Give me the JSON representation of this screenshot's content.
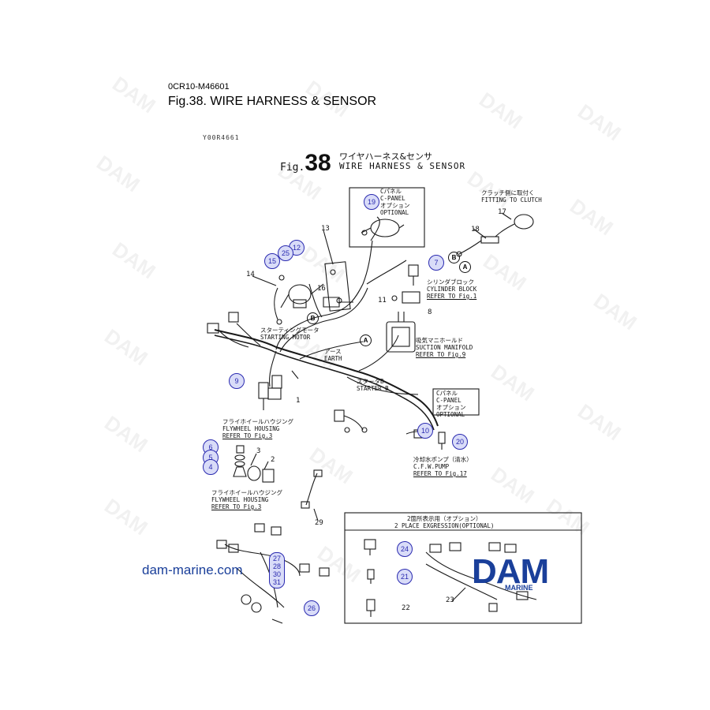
{
  "doc_code": "0CR10-M46601",
  "doc_title": "Fig.38.  WIRE HARNESS & SENSOR",
  "scan_code": "Y00R4661",
  "figure": {
    "prefix": "Fig.",
    "number": "38",
    "title_jp": "ワイヤハーネス&センサ",
    "title_en": "WIRE HARNESS & SENSOR"
  },
  "notes": {
    "cpanel_top": [
      "Cパネル",
      "C-PANEL",
      "オプション",
      "OPTIONAL"
    ],
    "clutch": [
      "クラッチ側に取付く",
      "FITTING TO CLUTCH"
    ],
    "cylinder": [
      "シリンダブロック",
      "CYLINDER BLOCK",
      "REFER TO Fig.1"
    ],
    "starting_motor": [
      "スターティングモータ",
      "STARTING MOTOR"
    ],
    "suction": [
      "吸気マニホールド",
      "SUCTION MANIFOLD",
      "REFER TO Fig.9"
    ],
    "earth": [
      "アース",
      "EARTH"
    ],
    "starter_b": [
      "スタータB",
      "STARTER B"
    ],
    "cpanel_mid": [
      "Cパネル",
      "C-PANEL",
      "オプション",
      "OPTIONAL"
    ],
    "flywheel_1": [
      "フライホイールハウジング",
      "FLYWHEEL HOUSING",
      "REFER TO Fig.3"
    ],
    "pump": [
      "冷却水ポンプ（清水）",
      "C.F.W.PUMP",
      "REFER TO Fig.17"
    ],
    "flywheel_2": [
      "フライホイールハウジング",
      "FLYWHEEL HOUSING",
      "REFER TO Fig.3"
    ],
    "two_place": [
      "2箇所表示用（オプション）",
      "2 PLACE EXGRESSION(OPTIONAL)"
    ]
  },
  "part_numbers": {
    "n1": "1",
    "n2": "2",
    "n3": "3",
    "n8": "8",
    "n11": "11",
    "n13": "13",
    "n14": "14",
    "n16": "16",
    "n17": "17",
    "n18": "18",
    "n22": "22",
    "n23": "23",
    "n29": "29"
  },
  "circled_parts": {
    "c4": "4",
    "c5": "5",
    "c6": "6",
    "c7": "7",
    "c9": "9",
    "c10": "10",
    "c12": "12",
    "c15": "15",
    "c19": "19",
    "c20": "20",
    "c21": "21",
    "c24": "24",
    "c25": "25",
    "c26": "26",
    "stack": [
      "27",
      "28",
      "30",
      "31"
    ]
  },
  "letters": {
    "a1": "A",
    "a2": "A",
    "b1": "B",
    "b2": "B"
  },
  "website": "dam-marine.com",
  "logo": {
    "text": "DAM",
    "sub": "MARINE"
  },
  "watermark": "DAM",
  "colors": {
    "accent": "#2a2ab0",
    "circle_fill": "#d9dcf8",
    "brand": "#1a3f9a"
  }
}
